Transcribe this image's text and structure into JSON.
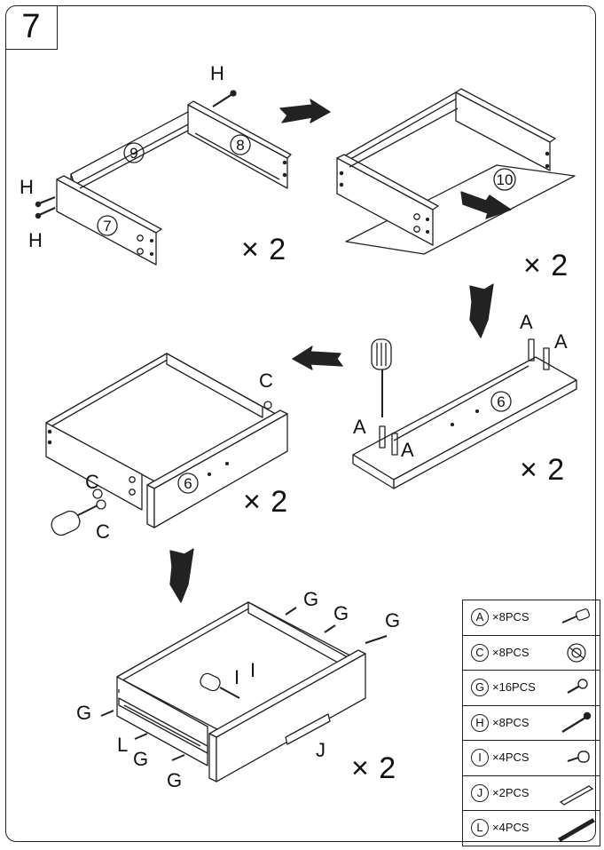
{
  "step_number": "7",
  "quantities": {
    "panel1": "× 2",
    "panel2": "× 2",
    "panel3": "× 2",
    "panel4": "× 2",
    "panel5": "× 2"
  },
  "part_numbers": {
    "p7": "7",
    "p8": "8",
    "p9": "9",
    "p10": "10",
    "p6a": "6",
    "p6b": "6"
  },
  "callouts": {
    "H": "H",
    "A": "A",
    "C": "C",
    "G": "G",
    "I": "I",
    "J": "J",
    "L": "L"
  },
  "legend": [
    {
      "letter": "A",
      "count": "×8PCS",
      "icon": "cam-dowel-icon"
    },
    {
      "letter": "C",
      "count": "×8PCS",
      "icon": "cam-lock-icon"
    },
    {
      "letter": "G",
      "count": "×16PCS",
      "icon": "short-screw-icon"
    },
    {
      "letter": "H",
      "count": "×8PCS",
      "icon": "long-screw-icon"
    },
    {
      "letter": "I",
      "count": "×4PCS",
      "icon": "knob-screw-icon"
    },
    {
      "letter": "J",
      "count": "×2PCS",
      "icon": "handle-bar-icon"
    },
    {
      "letter": "L",
      "count": "×4PCS",
      "icon": "drawer-slide-icon"
    }
  ]
}
